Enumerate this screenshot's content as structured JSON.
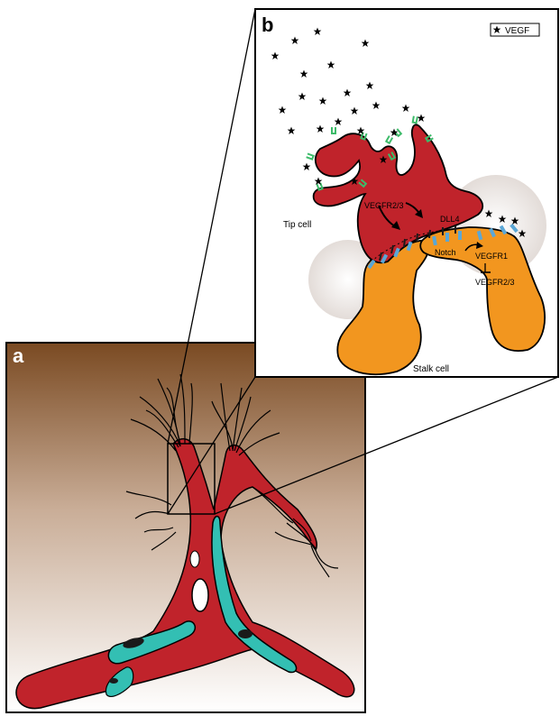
{
  "panel_a": {
    "label": "a"
  },
  "panel_b": {
    "label": "b",
    "legend": {
      "symbol": "★",
      "text": "VEGF"
    },
    "tip_cell_label": "Tip cell",
    "stalk_cell_label": "Stalk cell",
    "receptor_tip_label": "VEGFR2/3",
    "ligand_label": "DLL4",
    "notch_label": "Notch",
    "vegfr1_label": "VEGFR1",
    "vegfr23_inhibited_label": "VEGFR2/3"
  },
  "colors": {
    "tip_cell": "#c0232b",
    "stalk_cell": "#f2961f",
    "pericyte": "#33bfb3",
    "vegfr23_receptor": "#3dbb6a",
    "notch_receptor": "#5ba7d6",
    "bg_top": "#7a4a22",
    "bg_bottom": "#ffffff"
  }
}
